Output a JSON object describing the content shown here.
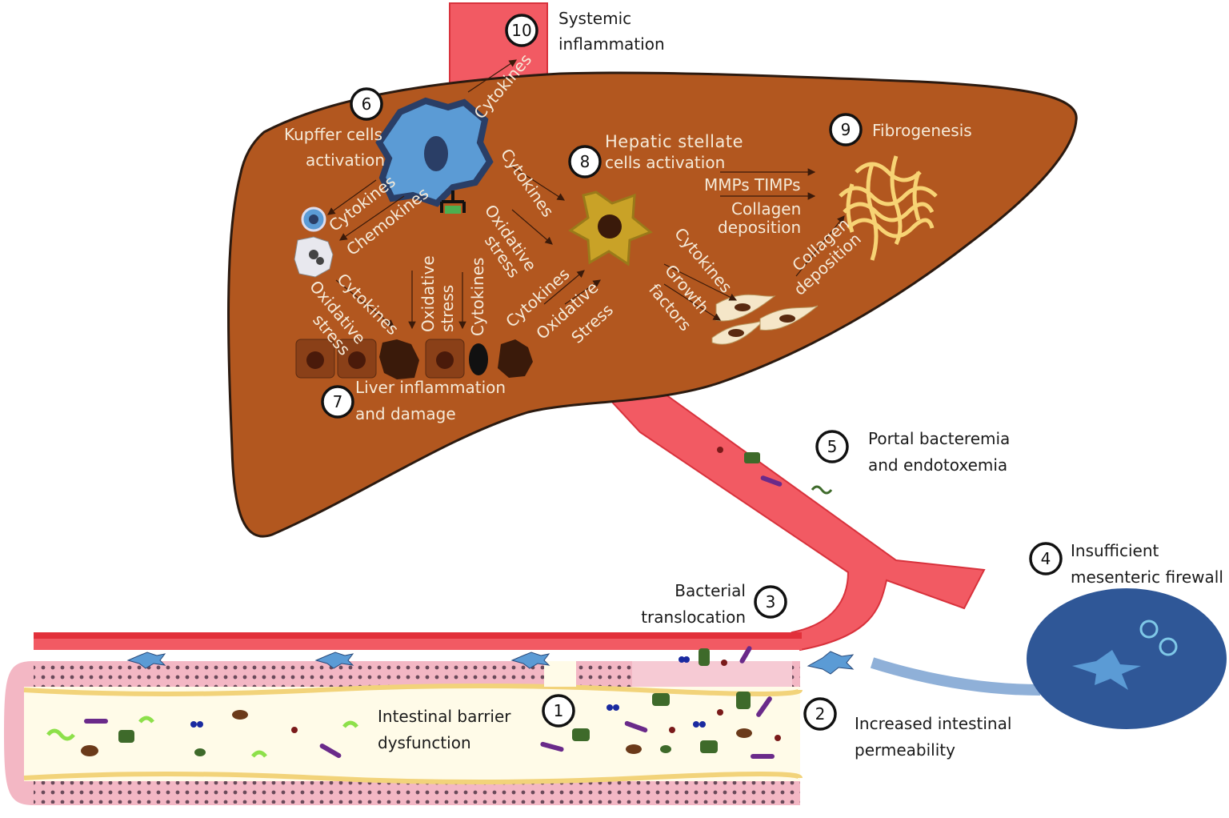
{
  "colors": {
    "liver": "#b2571f",
    "liver_outline": "#2b1a10",
    "vessel": "#f25a63",
    "vessel_dark": "#d8323c",
    "intestine_wall": "#f3b7c4",
    "intestine_lumen": "#fffbe8",
    "lymph_node": "#2f5797",
    "kupffer": "#5b9bd5",
    "stellate": "#c9a227",
    "collagen": "#f7d374",
    "label_on_liver": "#f5ead8"
  },
  "steps": {
    "s1": {
      "number": "1",
      "line1": "Intestinal barrier",
      "line2": "dysfunction"
    },
    "s2": {
      "number": "2",
      "line1": "Increased intestinal",
      "line2": "permeability"
    },
    "s3": {
      "number": "3",
      "line1": "Bacterial",
      "line2": "translocation"
    },
    "s4": {
      "number": "4",
      "line1": "Insufficient",
      "line2": "mesenteric firewall"
    },
    "s5": {
      "number": "5",
      "line1": "Portal bacteremia",
      "line2": "and endotoxemia"
    },
    "s6": {
      "number": "6",
      "line1": "Kupffer cells",
      "line2": "activation"
    },
    "s7": {
      "number": "7",
      "line1": "Liver inflammation",
      "line2": "and damage"
    },
    "s8": {
      "number": "8",
      "line1": "Hepatic stellate",
      "line2": "cells activation"
    },
    "s9": {
      "number": "9",
      "line1": "Fibrogenesis"
    },
    "s10": {
      "number": "10",
      "line1": "Systemic",
      "line2": "inflammation"
    }
  },
  "liver_labels": {
    "cytokines_to_systemic": "Cytokines",
    "cytokines_to_neutrophil": "Cytokines",
    "chemokines": "Chemokines",
    "cytokines_to_stellate": "Cytokines",
    "oxidative_to_stellate_1": "Oxidative",
    "oxidative_to_stellate_2": "stress",
    "neutrophil_cytokines": "Cytokines",
    "neutrophil_oxidative_1": "Oxidative",
    "neutrophil_oxidative_2": "stress",
    "mid_oxidative_1": "Oxidative",
    "mid_oxidative_2": "stress",
    "mid_cytokines": "Cytokines",
    "hep_cytokines": "Cytokines",
    "hep_oxidative_1": "Oxidative",
    "hep_oxidative_2": "Stress",
    "stellate_cytokines": "Cytokines",
    "growth_1": "Growth",
    "growth_2": "factors",
    "mmps_timps": "MMPs TIMPs",
    "collagen_dep_1a": "Collagen",
    "collagen_dep_1b": "deposition",
    "collagen_dep_2a": "Collagen",
    "collagen_dep_2b": "deposition"
  }
}
